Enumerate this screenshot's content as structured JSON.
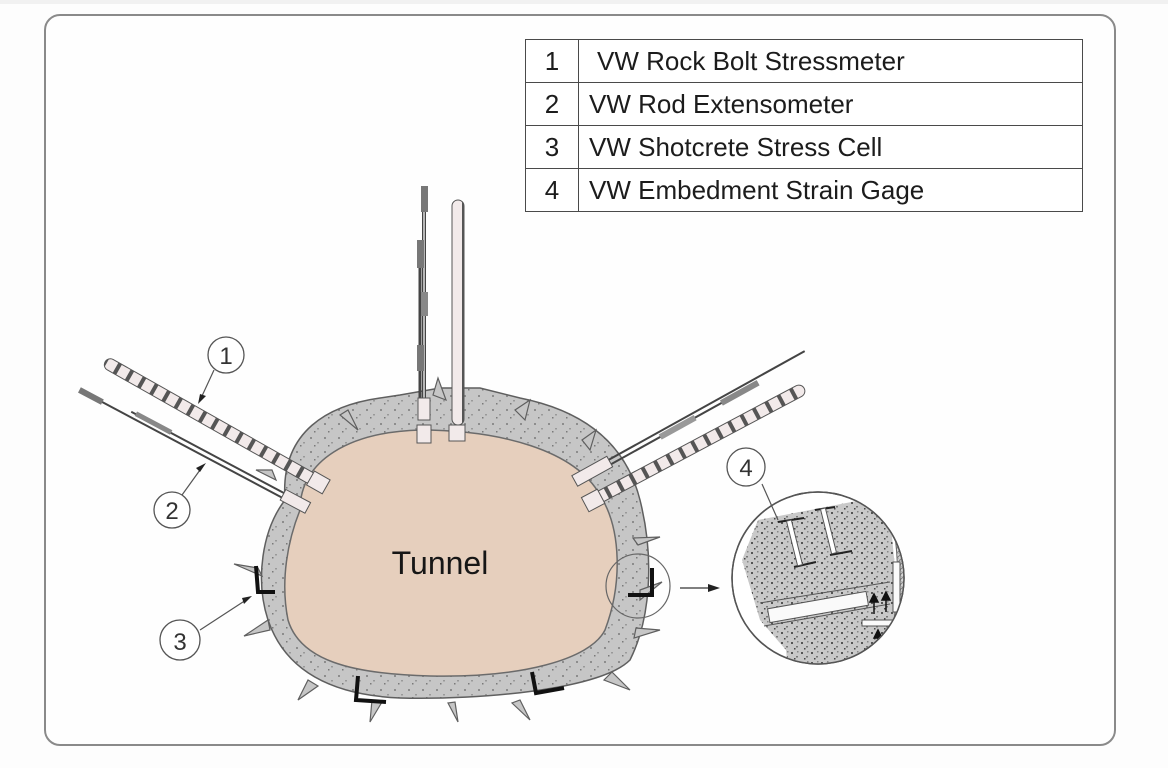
{
  "figure": {
    "type": "tunnel-instrumentation-diagram",
    "center_label": "Tunnel",
    "colors": {
      "tunnel_fill": "#e6cfbd",
      "shotcrete_fill": "#c6c6c6",
      "outline": "#555555",
      "frame_border": "#8a8a8a",
      "bar_fill": "#f4eeee",
      "inset_hatch": "#9a9a9a"
    }
  },
  "legend": {
    "rows": [
      {
        "num": "1",
        "label": "VW Rock Bolt Stressmeter"
      },
      {
        "num": "2",
        "label": "VW Rod Extensometer"
      },
      {
        "num": "3",
        "label": "VW Shotcrete Stress Cell"
      },
      {
        "num": "4",
        "label": "VW Embedment Strain Gage"
      }
    ]
  },
  "callouts": [
    {
      "num": "1",
      "target": "rock-bolt-stressmeter"
    },
    {
      "num": "2",
      "target": "rod-extensometer"
    },
    {
      "num": "3",
      "target": "shotcrete-stress-cell"
    },
    {
      "num": "4",
      "target": "embedment-strain-gage"
    }
  ],
  "detail_view": {
    "description": "magnified shotcrete section with embedment strain gages"
  }
}
